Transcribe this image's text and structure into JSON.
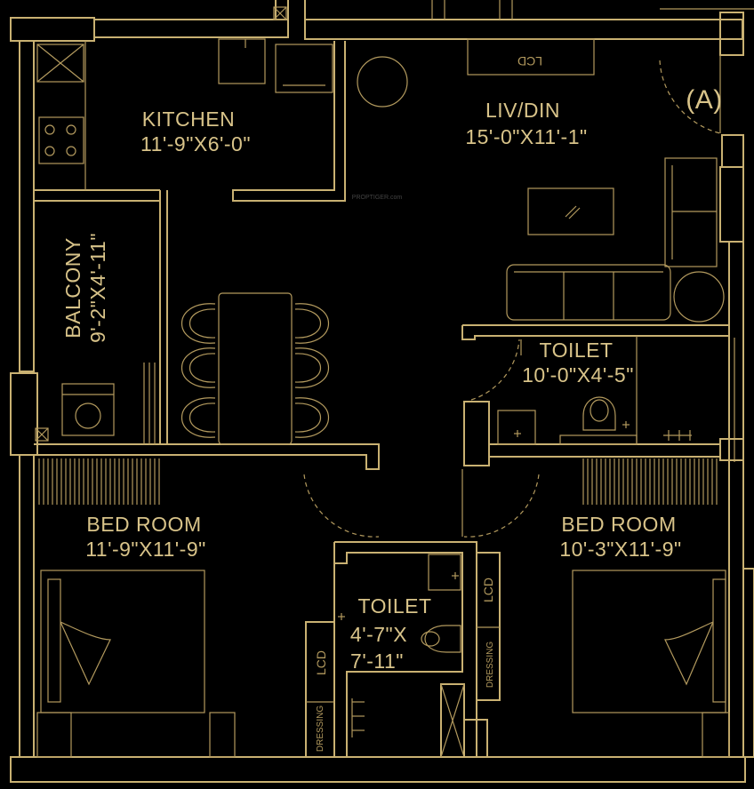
{
  "rooms": {
    "kitchen": {
      "name": "KITCHEN",
      "size": "11'-9\"X6'-0\""
    },
    "livdin": {
      "name": "LIV/DIN",
      "size": "15'-0\"X11'-1\""
    },
    "balcony": {
      "name": "BALCONY",
      "size": "9'-2\"X4'-11\""
    },
    "toilet1": {
      "name": "TOILET",
      "size": "10'-0\"X4'-5\""
    },
    "bed1": {
      "name": "BED ROOM",
      "size": "11'-9\"X11'-9\""
    },
    "bed2": {
      "name": "BED ROOM",
      "size": "10'-3\"X11'-9\""
    },
    "toilet2": {
      "name": "TOILET",
      "line1": "4'-7\"X",
      "line2": "7'-11\""
    }
  },
  "fixtures": {
    "lcd": "LCD",
    "dressing": "DRESSING"
  },
  "marker": "(A)",
  "watermark": "PROPTIGER.com"
}
